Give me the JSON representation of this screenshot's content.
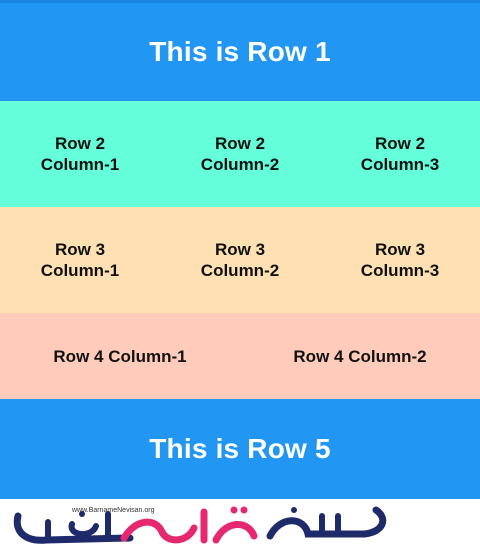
{
  "row1": {
    "title": "This is Row 1"
  },
  "row2": {
    "columns": [
      {
        "line1": "Row 2",
        "line2": "Column-1"
      },
      {
        "line1": "Row 2",
        "line2": "Column-2"
      },
      {
        "line1": "Row 2",
        "line2": "Column-3"
      }
    ]
  },
  "row3": {
    "columns": [
      {
        "line1": "Row 3",
        "line2": "Column-1"
      },
      {
        "line1": "Row 3",
        "line2": "Column-2"
      },
      {
        "line1": "Row 3",
        "line2": "Column-3"
      }
    ]
  },
  "row4": {
    "columns": [
      {
        "label": "Row 4 Column-1"
      },
      {
        "label": "Row 4 Column-2"
      }
    ]
  },
  "row5": {
    "title": "This is Row 5"
  },
  "watermark": {
    "url_text": "www.BarnameNevisan.org",
    "logo_icon": "barnamenevisan-logo"
  },
  "colors": {
    "row1_bg": "#2196f3",
    "row2_bg": "#64ffda",
    "row3_bg": "#ffe0b2",
    "row4_bg": "#ffccbc",
    "row5_bg": "#2196f3",
    "logo_navy": "#1f2a6b",
    "logo_pink": "#e5286f"
  }
}
